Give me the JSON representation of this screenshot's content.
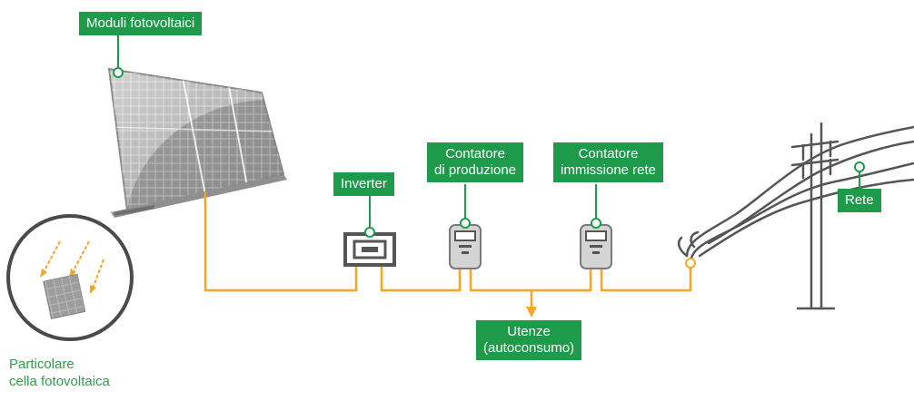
{
  "labels": {
    "modules": "Moduli fotovoltaici",
    "inverter": "Inverter",
    "production_meter": [
      "Contatore",
      "di produzione"
    ],
    "grid_meter": [
      "Contatore",
      "immissione rete"
    ],
    "grid": "Rete",
    "users": [
      "Utenze",
      "(autoconsumo)"
    ],
    "cell_detail": [
      "Particolare",
      "cella fotovoltaica"
    ]
  },
  "colors": {
    "label_bg": "#1d9a4a",
    "label_text": "#ffffff",
    "cable": "#f5a623",
    "caption_text": "#2ea04a",
    "device_outline": "#555555"
  }
}
